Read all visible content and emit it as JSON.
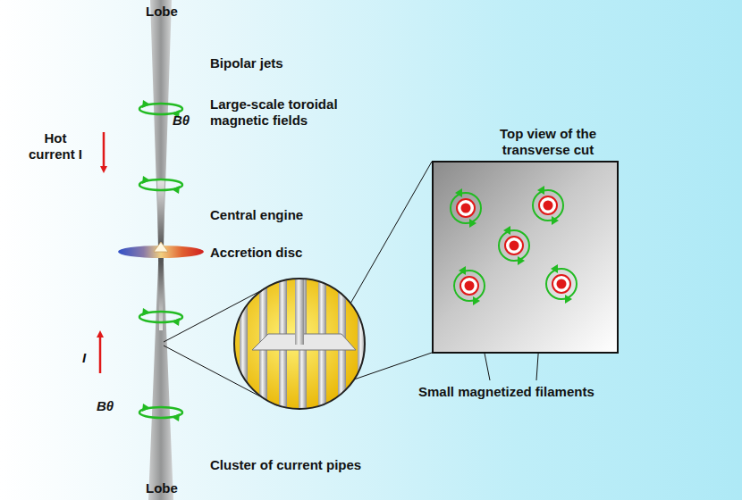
{
  "diagram": {
    "nodes": [
      {
        "text": [
          "Top view of the transverse cut"
        ]
      }
    ],
    "labels": [
      "Lobe",
      "Bipolar jets",
      "Large-scale toroidal magnetic fields",
      "Bθ",
      "Hot current I",
      "Central engine",
      "Accretion disc",
      "Small magnetized filaments",
      "Cluster of current pipes",
      "I",
      "Bθ",
      "Lobe"
    ]
  }
}
